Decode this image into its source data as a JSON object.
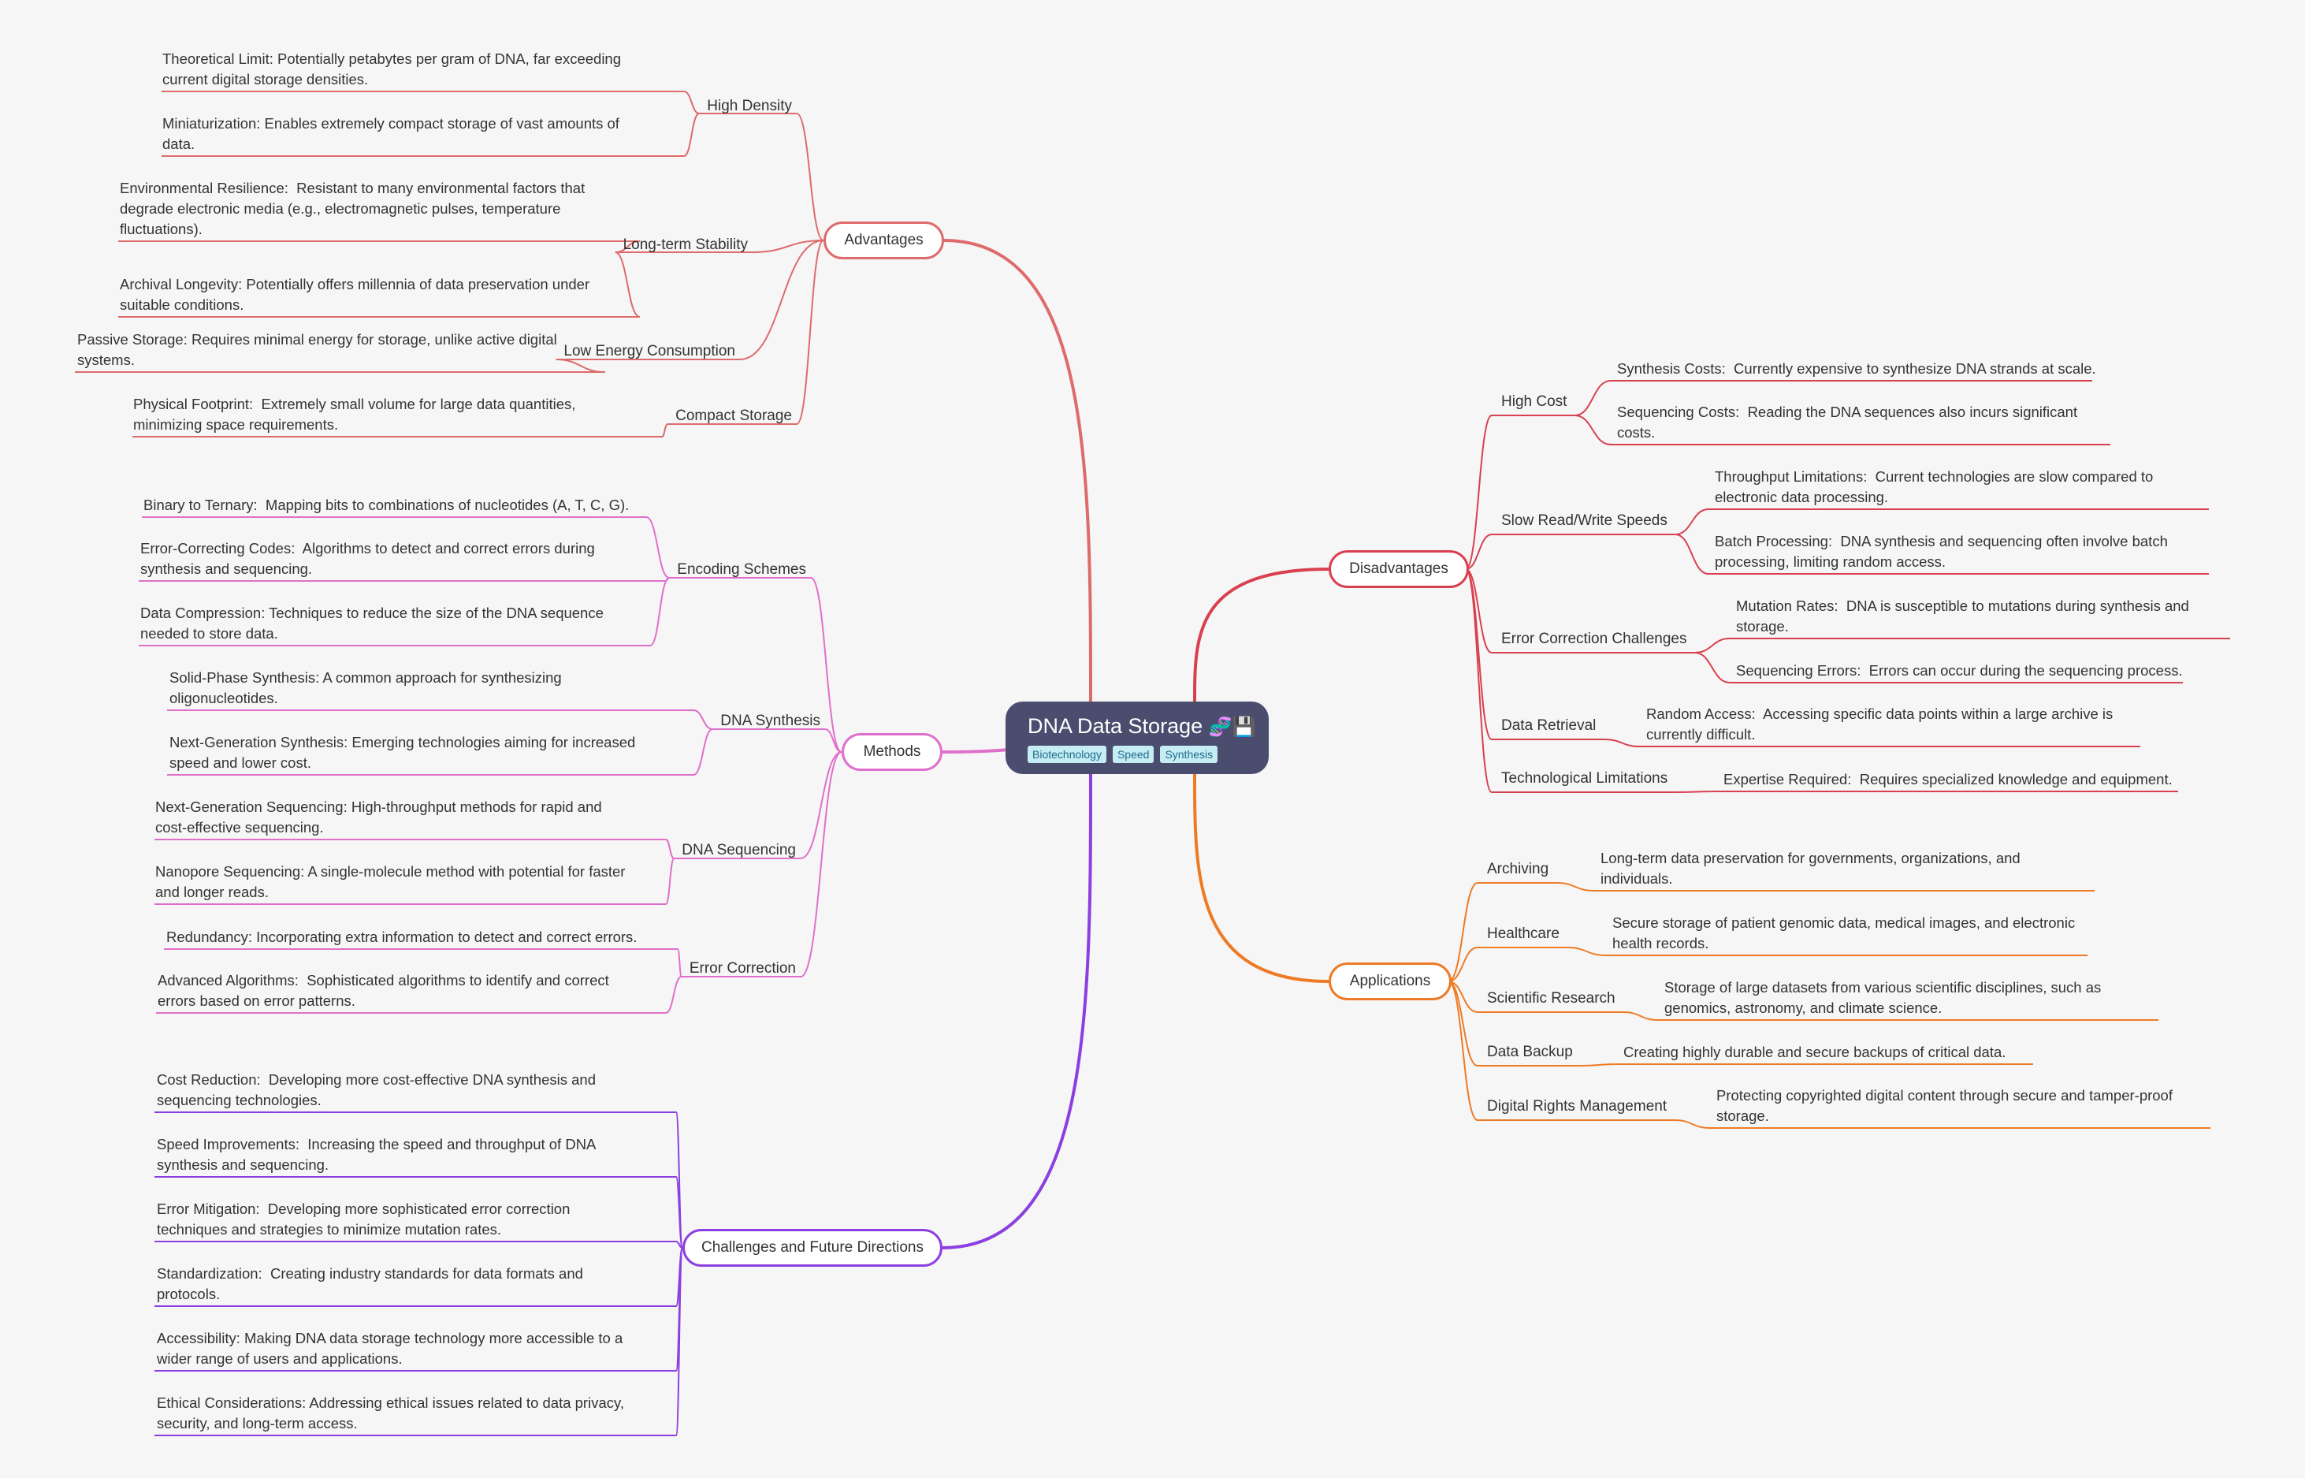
{
  "root": {
    "title": "DNA Data Storage",
    "tags": [
      "Biotechnology",
      "Speed",
      "Synthesis"
    ],
    "icons": [
      "dna-icon",
      "floppy-disk-icon"
    ]
  },
  "branches": {
    "advantages": {
      "label": "Advantages",
      "color": "#de6b6b",
      "subs": [
        {
          "label": "High Density",
          "leaves": [
            "Theoretical Limit: Potentially petabytes per gram of DNA, far exceeding\ncurrent digital storage densities.",
            "Miniaturization: Enables extremely compact storage of vast amounts of\ndata."
          ]
        },
        {
          "label": "Long-term Stability",
          "leaves": [
            "Environmental Resilience:  Resistant to many environmental factors that\ndegrade electronic media (e.g., electromagnetic pulses, temperature\nfluctuations).",
            "Archival Longevity: Potentially offers millennia of data preservation under\nsuitable conditions."
          ]
        },
        {
          "label": "Low Energy Consumption",
          "leaves": [
            "Passive Storage: Requires minimal energy for storage, unlike active digital\nsystems."
          ]
        },
        {
          "label": "Compact Storage",
          "leaves": [
            "Physical Footprint:  Extremely small volume for large data quantities,\nminimizing space requirements."
          ]
        }
      ]
    },
    "methods": {
      "label": "Methods",
      "color": "#e06fcb",
      "subs": [
        {
          "label": "Encoding Schemes",
          "leaves": [
            "Binary to Ternary:  Mapping bits to combinations of nucleotides (A, T, C, G).",
            "Error-Correcting Codes:  Algorithms to detect and correct errors during\nsynthesis and sequencing.",
            "Data Compression: Techniques to reduce the size of the DNA sequence\nneeded to store data."
          ]
        },
        {
          "label": "DNA Synthesis",
          "leaves": [
            "Solid-Phase Synthesis: A common approach for synthesizing\noligonucleotides.",
            "Next-Generation Synthesis: Emerging technologies aiming for increased\nspeed and lower cost."
          ]
        },
        {
          "label": "DNA Sequencing",
          "leaves": [
            "Next-Generation Sequencing: High-throughput methods for rapid and\ncost-effective sequencing.",
            "Nanopore Sequencing: A single-molecule method with potential for faster\nand longer reads."
          ]
        },
        {
          "label": "Error Correction",
          "leaves": [
            "Redundancy: Incorporating extra information to detect and correct errors.",
            "Advanced Algorithms:  Sophisticated algorithms to identify and correct\nerrors based on error patterns."
          ]
        }
      ]
    },
    "challenges": {
      "label": "Challenges and Future Directions",
      "color": "#8c3fe0",
      "leaves": [
        "Cost Reduction:  Developing more cost-effective DNA synthesis and\nsequencing technologies.",
        "Speed Improvements:  Increasing the speed and throughput of DNA\nsynthesis and sequencing.",
        "Error Mitigation:  Developing more sophisticated error correction\ntechniques and strategies to minimize mutation rates.",
        "Standardization:  Creating industry standards for data formats and\nprotocols.",
        "Accessibility: Making DNA data storage technology more accessible to a\nwider range of users and applications.",
        "Ethical Considerations: Addressing ethical issues related to data privacy,\nsecurity, and long-term access."
      ]
    },
    "disadvantages": {
      "label": "Disadvantages",
      "color": "#d9404f",
      "subs": [
        {
          "label": "High Cost",
          "leaves": [
            "Synthesis Costs:  Currently expensive to synthesize DNA strands at scale.",
            "Sequencing Costs:  Reading the DNA sequences also incurs significant\ncosts."
          ]
        },
        {
          "label": "Slow Read/Write Speeds",
          "leaves": [
            "Throughput Limitations:  Current technologies are slow compared to\nelectronic data processing.",
            "Batch Processing:  DNA synthesis and sequencing often involve batch\nprocessing, limiting random access."
          ]
        },
        {
          "label": "Error Correction Challenges",
          "leaves": [
            "Mutation Rates:  DNA is susceptible to mutations during synthesis and\nstorage.",
            "Sequencing Errors:  Errors can occur during the sequencing process."
          ]
        },
        {
          "label": "Data Retrieval",
          "leaves": [
            "Random Access:  Accessing specific data points within a large archive is\ncurrently difficult."
          ]
        },
        {
          "label": "Technological Limitations",
          "leaves": [
            "Expertise Required:  Requires specialized knowledge and equipment."
          ]
        }
      ]
    },
    "applications": {
      "label": "Applications",
      "color": "#ee7a25",
      "subs": [
        {
          "label": "Archiving",
          "leaves": [
            "Long-term data preservation for governments, organizations, and\nindividuals."
          ]
        },
        {
          "label": "Healthcare",
          "leaves": [
            "Secure storage of patient genomic data, medical images, and electronic\nhealth records."
          ]
        },
        {
          "label": "Scientific Research",
          "leaves": [
            "Storage of large datasets from various scientific disciplines, such as\ngenomics, astronomy, and climate science."
          ]
        },
        {
          "label": "Data Backup",
          "leaves": [
            "Creating highly durable and secure backups of critical data."
          ]
        },
        {
          "label": "Digital Rights Management",
          "leaves": [
            "Protecting copyrighted digital content through secure and tamper-proof\nstorage."
          ]
        }
      ]
    }
  }
}
